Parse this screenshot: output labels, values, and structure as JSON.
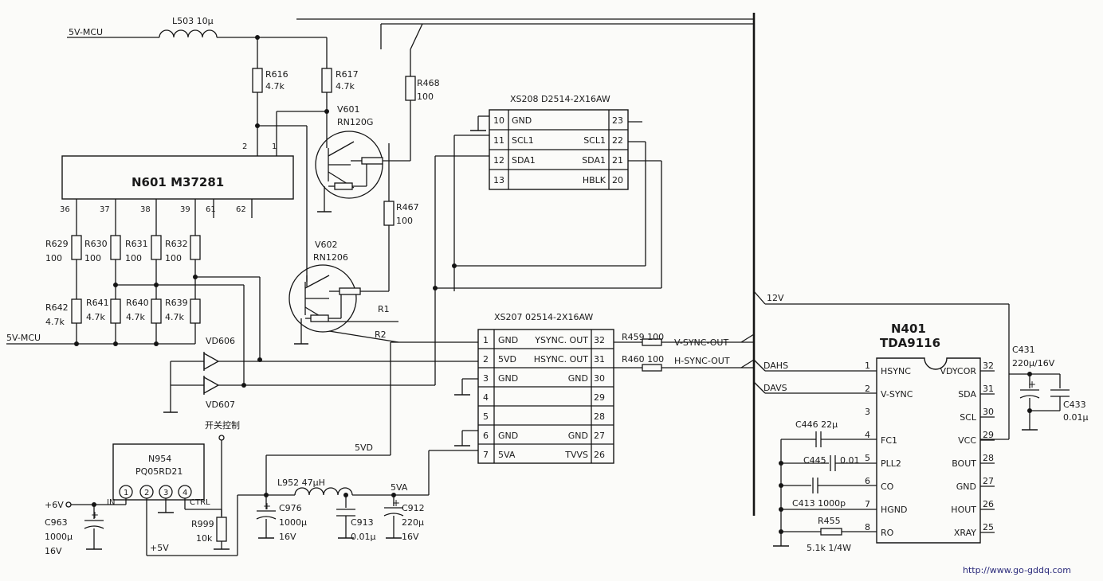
{
  "labels": {
    "v5mcu_top": "5V-MCU",
    "v5mcu_left": "5V-MCU",
    "l503": "L503  10μ",
    "r616_name": "R616",
    "r616_val": "4.7k",
    "r617_name": "R617",
    "r617_val": "4.7k",
    "r468_name": "R468",
    "r468_val": "100",
    "r467_name": "R467",
    "r467_val": "100",
    "v601_name": "V601",
    "v601_part": "RN120G",
    "v602_name": "V602",
    "v602_part": "RN1206",
    "n601": "N601  M37281",
    "n601_pin2": "2",
    "n601_pin1": "1",
    "n601_p36": "36",
    "n601_p37": "37",
    "n601_p38": "38",
    "n601_p39": "39",
    "n601_p61": "61",
    "n601_p62": "62",
    "r629_name": "R629",
    "r629_val": "100",
    "r630_name": "R630",
    "r630_val": "100",
    "r631_name": "R631",
    "r631_val": "100",
    "r632_name": "R632",
    "r632_val": "100",
    "r642_name": "R642",
    "r642_val": "4.7k",
    "r641_name": "R641",
    "r641_val": "4.7k",
    "r640_name": "R640",
    "r640_val": "4.7k",
    "r639_name": "R639",
    "r639_val": "4.7k",
    "vd606": "VD606",
    "vd607": "VD607",
    "switch_ctrl": "开关控制",
    "r1": "R1",
    "r2": "R2",
    "xs208_title": "XS208  D2514-2X16AW",
    "xs207_title": "XS207  02514-2X16AW",
    "r459": "R459  100",
    "r460": "R460  100",
    "vsync_out": "V-SYNC-OUT",
    "hsync_out": "H-SYNC-OUT",
    "v12": "12V",
    "dahs": "DAHS",
    "davs": "DAVS",
    "n401_name": "N401",
    "n401_part": "TDA9116",
    "c431_name": "C431",
    "c431_val": "220μ/16V",
    "c433_name": "C433",
    "c433_val": "0.01μ",
    "c446": "C446  22μ",
    "c445": "C445",
    "c445_val": "0.01",
    "c413": "C413  1000p",
    "r455": "R455",
    "r455_val": "5.1k  1/4W",
    "n954_name": "N954",
    "n954_part": "PQ05RD21",
    "n954_in": "IN",
    "n954_ctrl": "CTRL",
    "n954_p1": "1",
    "n954_p2": "2",
    "n954_p3": "3",
    "n954_p4": "4",
    "v6": "+6V",
    "v5plus": "+5V",
    "c963_name": "C963",
    "c963_v1": "1000μ",
    "c963_v2": "16V",
    "r999_name": "R999",
    "r999_val": "10k",
    "l952": "L952  47μH",
    "c976_name": "C976",
    "c976_v1": "1000μ",
    "c976_v2": "16V",
    "c913_name": "C913",
    "c913_val": "0.01μ",
    "c912_name": "C912",
    "c912_v1": "220μ",
    "c912_v2": "16V",
    "v5va": "5VA",
    "v5vd": "5VD",
    "url": "http://www.go-gddq.com"
  },
  "xs208_rows": [
    {
      "lpin": "10",
      "lsig": "GND",
      "rsig": "",
      "rpin": "23"
    },
    {
      "lpin": "11",
      "lsig": "SCL1",
      "rsig": "SCL1",
      "rpin": "22"
    },
    {
      "lpin": "12",
      "lsig": "SDA1",
      "rsig": "SDA1",
      "rpin": "21"
    },
    {
      "lpin": "13",
      "lsig": "",
      "rsig": "HBLK",
      "rpin": "20"
    }
  ],
  "xs207_rows": [
    {
      "lpin": "1",
      "lsig": "GND",
      "rsig": "YSYNC. OUT",
      "rpin": "32"
    },
    {
      "lpin": "2",
      "lsig": "5VD",
      "rsig": "HSYNC. OUT",
      "rpin": "31"
    },
    {
      "lpin": "3",
      "lsig": "GND",
      "rsig": "GND",
      "rpin": "30"
    },
    {
      "lpin": "4",
      "lsig": "",
      "rsig": "",
      "rpin": "29"
    },
    {
      "lpin": "5",
      "lsig": "",
      "rsig": "",
      "rpin": "28"
    },
    {
      "lpin": "6",
      "lsig": "GND",
      "rsig": "GND",
      "rpin": "27"
    },
    {
      "lpin": "7",
      "lsig": "5VA",
      "rsig": "TVVS",
      "rpin": "26"
    }
  ],
  "n401_left": [
    {
      "num": "1",
      "name": "HSYNC"
    },
    {
      "num": "2",
      "name": "V-SYNC"
    },
    {
      "num": "3",
      "name": ""
    },
    {
      "num": "4",
      "name": "FC1"
    },
    {
      "num": "5",
      "name": "PLL2"
    },
    {
      "num": "6",
      "name": "CO"
    },
    {
      "num": "7",
      "name": "HGND"
    },
    {
      "num": "8",
      "name": "RO"
    }
  ],
  "n401_right": [
    {
      "num": "32",
      "name": "VDYCOR"
    },
    {
      "num": "31",
      "name": "SDA"
    },
    {
      "num": "30",
      "name": "SCL"
    },
    {
      "num": "29",
      "name": "VCC"
    },
    {
      "num": "28",
      "name": "BOUT"
    },
    {
      "num": "27",
      "name": "GND"
    },
    {
      "num": "26",
      "name": "HOUT"
    },
    {
      "num": "25",
      "name": "XRAY"
    }
  ]
}
